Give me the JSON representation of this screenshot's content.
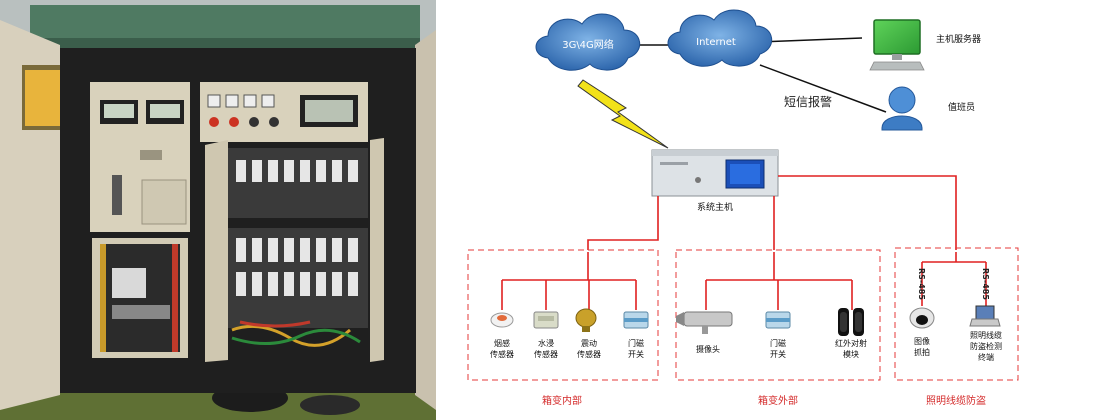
{
  "nodes": {
    "cloud_3g4g": "3G\\4G网络",
    "cloud_internet": "Internet",
    "host_server": "主机服务器",
    "duty_staff": "值班员",
    "sms_alarm": "短信报警",
    "system_host": "系统主机"
  },
  "groups": {
    "inside": {
      "title": "箱变内部",
      "items": [
        {
          "l1": "烟感",
          "l2": "传感器"
        },
        {
          "l1": "水浸",
          "l2": "传感器"
        },
        {
          "l1": "震动",
          "l2": "传感器"
        },
        {
          "l1": "门磁",
          "l2": "开关"
        }
      ]
    },
    "outside": {
      "title": "箱变外部",
      "items": [
        {
          "l1": "摄像头",
          "l2": ""
        },
        {
          "l1": "门磁",
          "l2": "开关"
        },
        {
          "l1": "红外对射",
          "l2": "模块"
        }
      ]
    },
    "cable": {
      "title": "照明线缆防盗",
      "bus": [
        "RS-485",
        "RS-485"
      ],
      "items": [
        {
          "l1": "图像",
          "l2": "抓拍",
          "l3": ""
        },
        {
          "l1": "照明线缆",
          "l2": "防盗检测",
          "l3": "终端"
        }
      ]
    }
  },
  "colors": {
    "link_red": "#e02020",
    "dash_red": "#e43a3a",
    "title_red": "#d42a2a",
    "cloud": "#2f6fb7",
    "monitor": "#33b43a",
    "person": "#3d7cc4"
  }
}
